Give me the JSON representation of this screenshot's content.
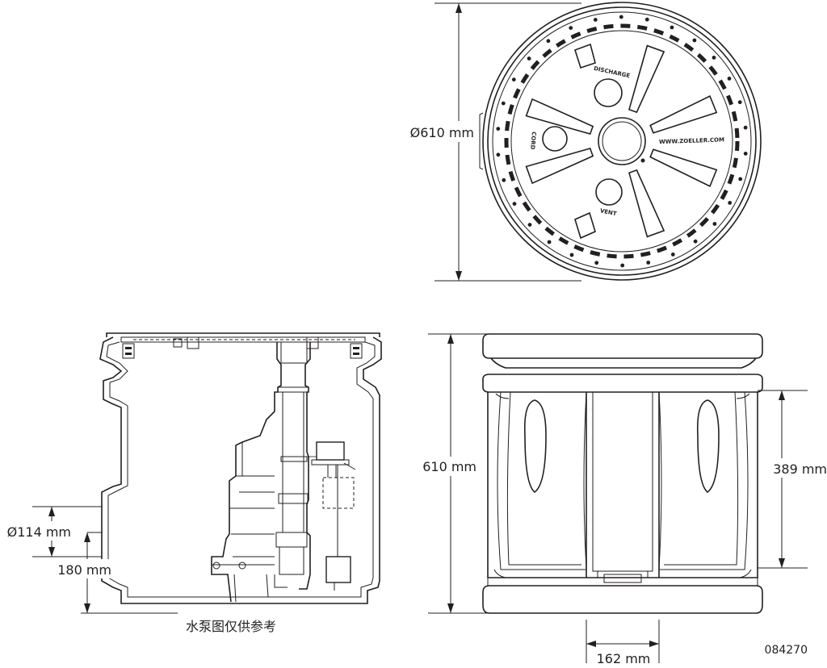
{
  "dimensions": {
    "top_view_diameter": "Ø610 mm",
    "front_height": "610 mm",
    "inlet_height": "389 mm",
    "inlet_width": "162 mm",
    "section_hub_diameter": "Ø114 mm",
    "section_hub_height": "180 mm"
  },
  "lid_labels": {
    "discharge": "DISCHARGE",
    "cord": "CORD",
    "vent": "VENT",
    "website": "WWW.ZOELLER.COM"
  },
  "caption": "水泵图仅供参考",
  "drawing_number": "084270"
}
